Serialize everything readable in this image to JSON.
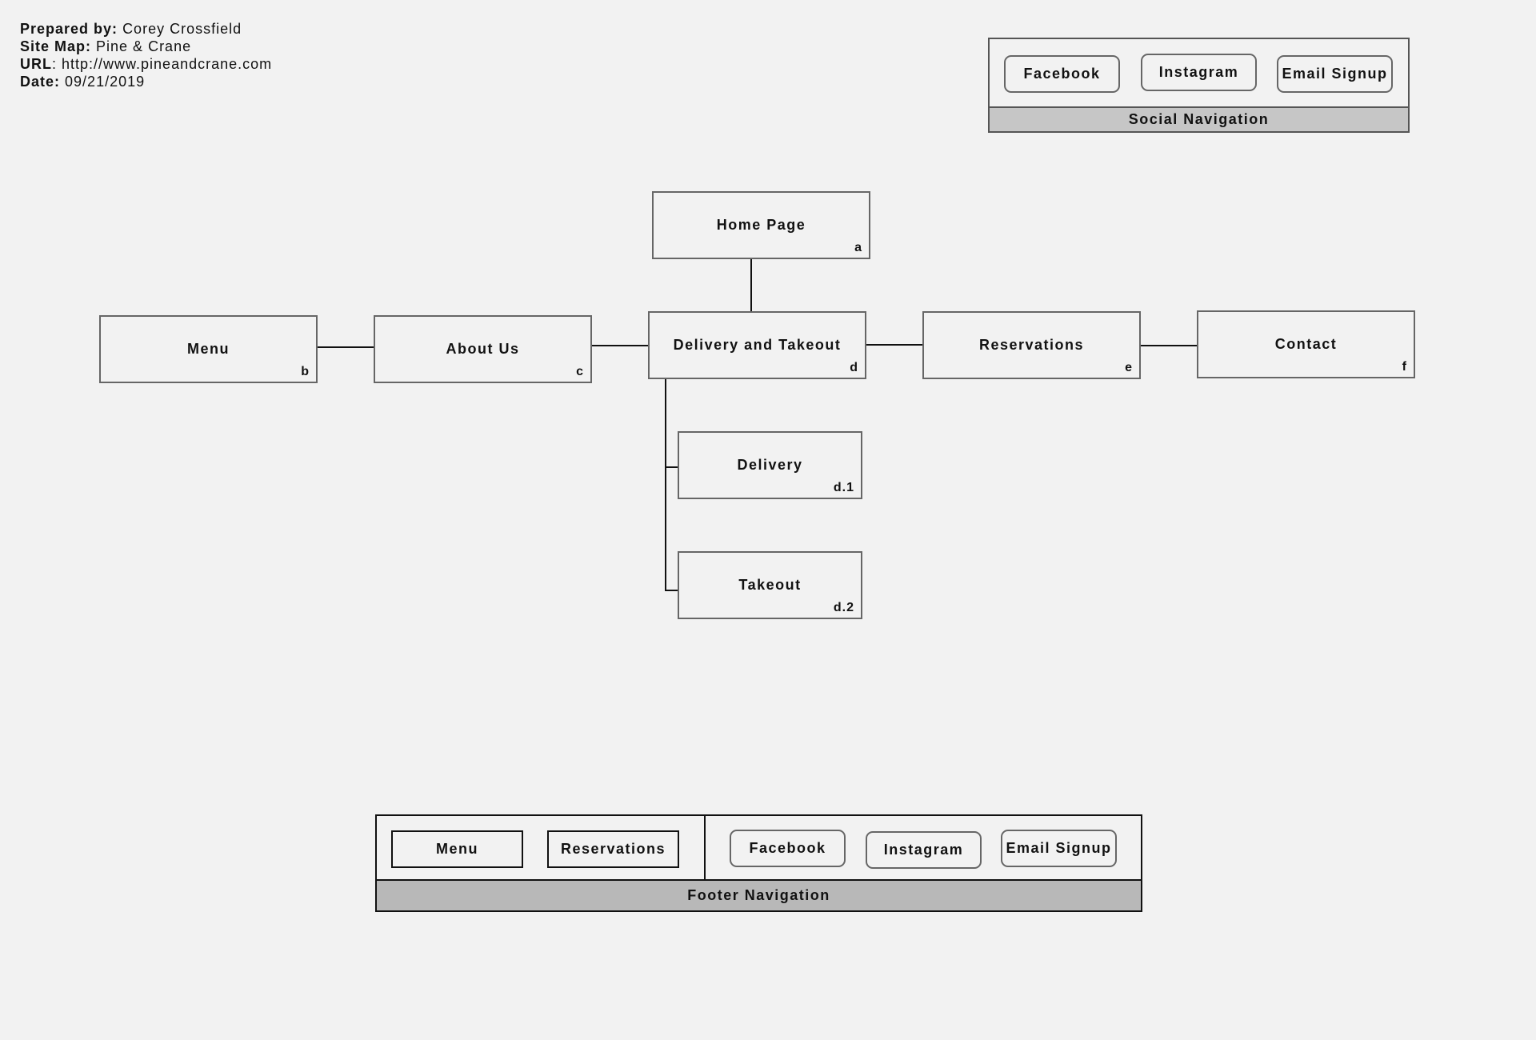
{
  "meta": {
    "prepared_by_label": "Prepared by:",
    "prepared_by_value": "Corey Crossfield",
    "site_map_label": "Site Map:",
    "site_map_value": "Pine & Crane",
    "url_label": "URL",
    "url_value": ": http://www.pineandcrane.com",
    "date_label": "Date:",
    "date_value": "09/21/2019"
  },
  "social_nav": {
    "title": "Social Navigation",
    "buttons": [
      "Facebook",
      "Instagram",
      "Email Signup"
    ]
  },
  "nodes": {
    "home": {
      "label": "Home Page",
      "code": "a"
    },
    "menu": {
      "label": "Menu",
      "code": "b"
    },
    "about": {
      "label": "About Us",
      "code": "c"
    },
    "delivery_takeout": {
      "label": "Delivery and Takeout",
      "code": "d"
    },
    "reservations": {
      "label": "Reservations",
      "code": "e"
    },
    "contact": {
      "label": "Contact",
      "code": "f"
    },
    "delivery": {
      "label": "Delivery",
      "code": "d.1"
    },
    "takeout": {
      "label": "Takeout",
      "code": "d.2"
    }
  },
  "footer_nav": {
    "title": "Footer Navigation",
    "page_links": [
      "Menu",
      "Reservations"
    ],
    "social_links": [
      "Facebook",
      "Instagram",
      "Email Signup"
    ]
  },
  "colors": {
    "background": "#f2f2f2",
    "social_title_bar": "#c6c6c6",
    "footer_title_bar": "#b8b8b8",
    "box_border": "#666666"
  }
}
